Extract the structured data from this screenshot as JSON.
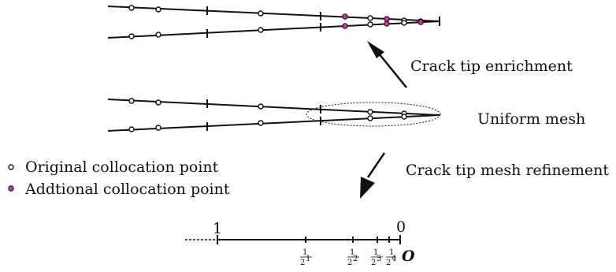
{
  "labels": {
    "enrichment": "Crack tip enrichment",
    "uniform": "Uniform mesh",
    "refinement": "Crack tip mesh refinement"
  },
  "legend": {
    "original": "Original collocation point",
    "additional": "Addtional collocation point",
    "original_color": "#ffffff",
    "additional_color": "#c0399b"
  },
  "scale": {
    "one_label": "1",
    "zero_label": "0",
    "origin_label": "O",
    "fraction_numerator": "1",
    "fraction_denominators": [
      "2",
      "2",
      "2",
      "2"
    ],
    "fraction_exponents": [
      "1",
      "2",
      "3",
      "4"
    ]
  },
  "colors": {
    "line": "#111111",
    "accent": "#c0399b"
  }
}
